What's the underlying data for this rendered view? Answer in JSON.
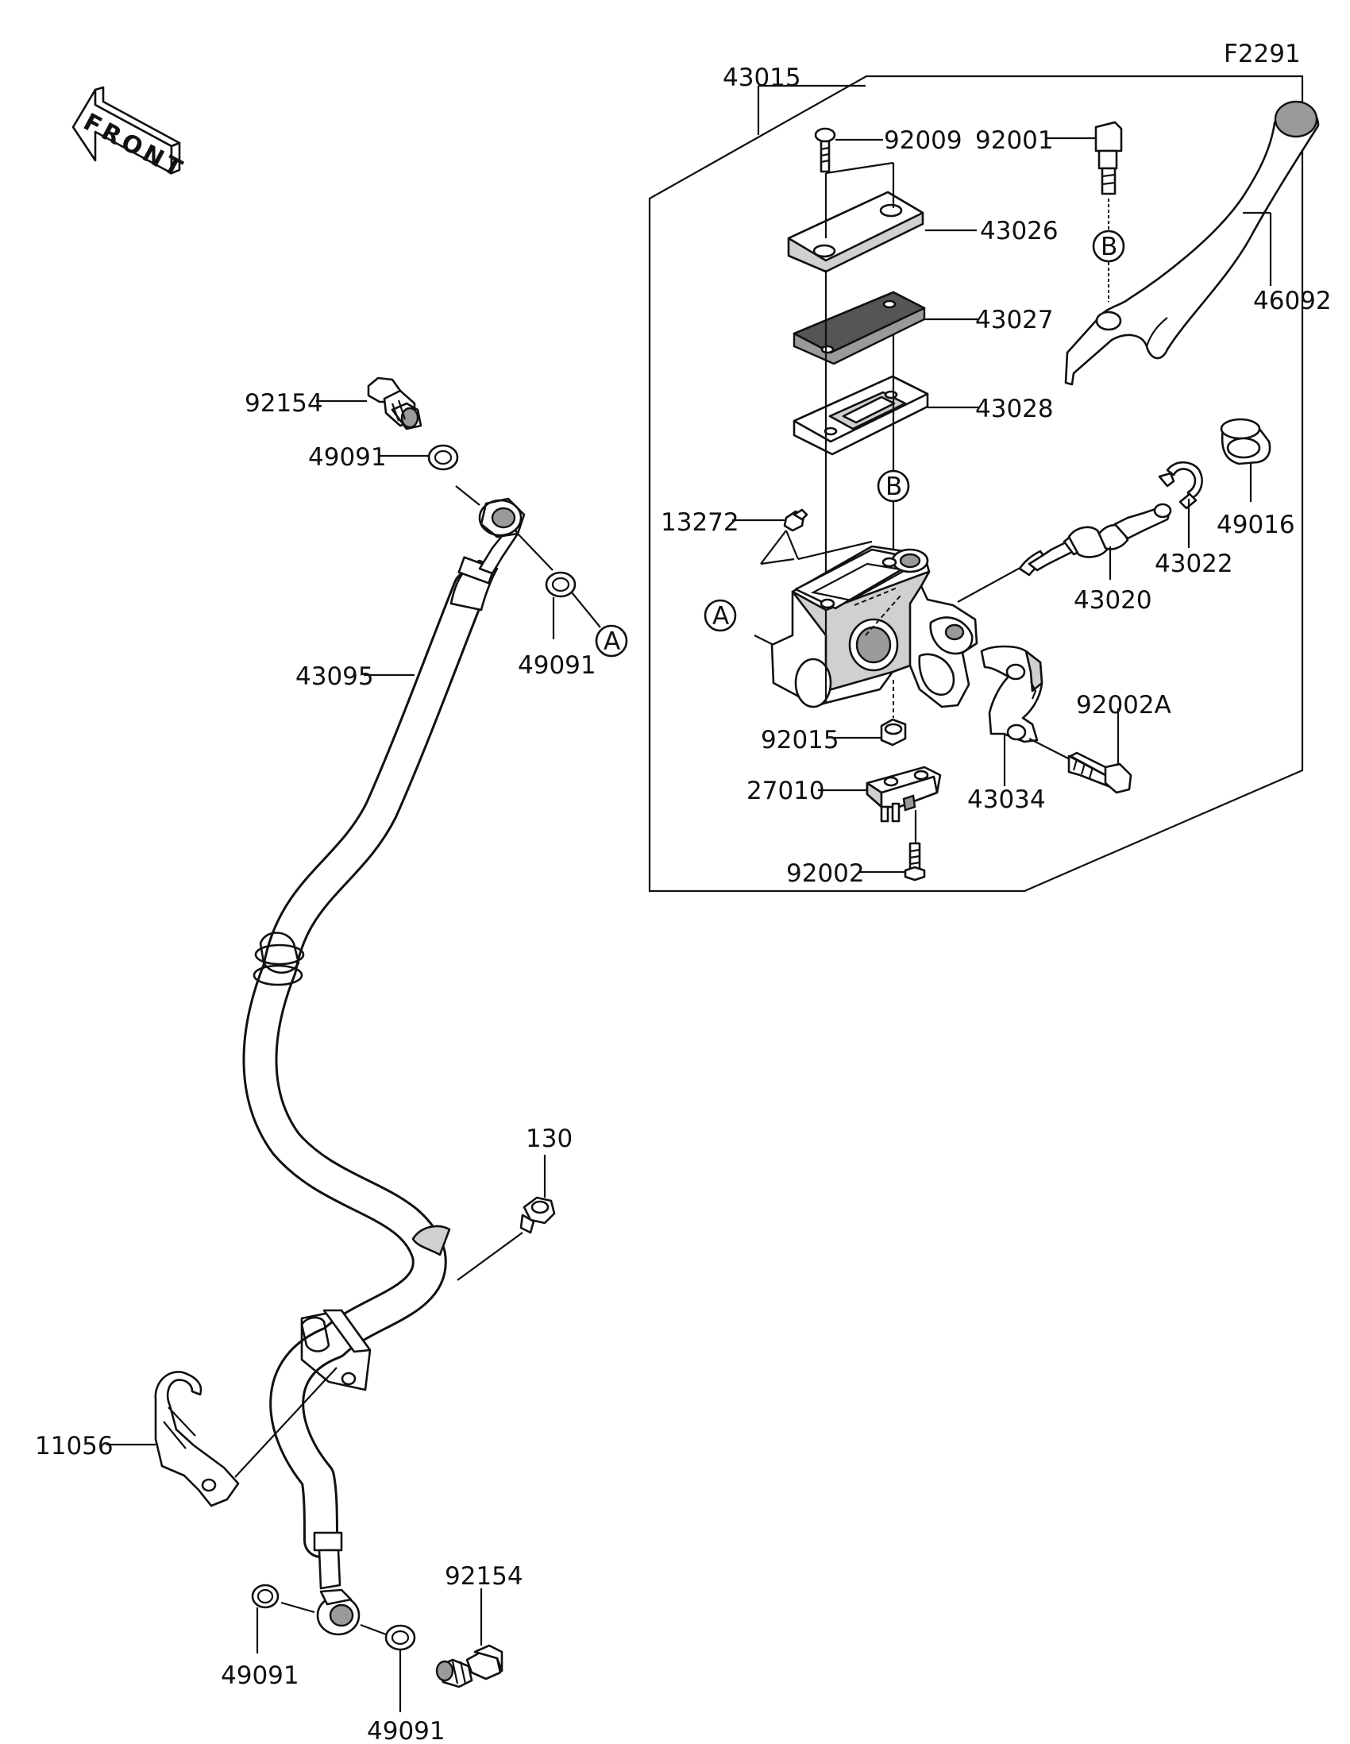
{
  "figure_code": "F2291",
  "front_label": "FRONT",
  "parts": [
    {
      "id": "p43015",
      "number": "43015"
    },
    {
      "id": "p92009",
      "number": "92009"
    },
    {
      "id": "p92001",
      "number": "92001"
    },
    {
      "id": "p43026",
      "number": "43026"
    },
    {
      "id": "p46092",
      "number": "46092"
    },
    {
      "id": "p43027",
      "number": "43027"
    },
    {
      "id": "p43028",
      "number": "43028"
    },
    {
      "id": "p92154a",
      "number": "92154"
    },
    {
      "id": "p49091a",
      "number": "49091"
    },
    {
      "id": "p13272",
      "number": "13272"
    },
    {
      "id": "p49016",
      "number": "49016"
    },
    {
      "id": "p43022",
      "number": "43022"
    },
    {
      "id": "p43020",
      "number": "43020"
    },
    {
      "id": "p49091b",
      "number": "49091"
    },
    {
      "id": "p43095",
      "number": "43095"
    },
    {
      "id": "p92002A",
      "number": "92002A"
    },
    {
      "id": "p92015",
      "number": "92015"
    },
    {
      "id": "p43034",
      "number": "43034"
    },
    {
      "id": "p27010",
      "number": "27010"
    },
    {
      "id": "p92002",
      "number": "92002"
    },
    {
      "id": "p130",
      "number": "130"
    },
    {
      "id": "p11056",
      "number": "11056"
    },
    {
      "id": "p92154b",
      "number": "92154"
    },
    {
      "id": "p49091c",
      "number": "49091"
    },
    {
      "id": "p49091d",
      "number": "49091"
    }
  ],
  "reference_marks": [
    {
      "id": "markB1",
      "letter": "B"
    },
    {
      "id": "markB2",
      "letter": "B"
    },
    {
      "id": "markA1",
      "letter": "A"
    },
    {
      "id": "markA2",
      "letter": "A"
    }
  ]
}
